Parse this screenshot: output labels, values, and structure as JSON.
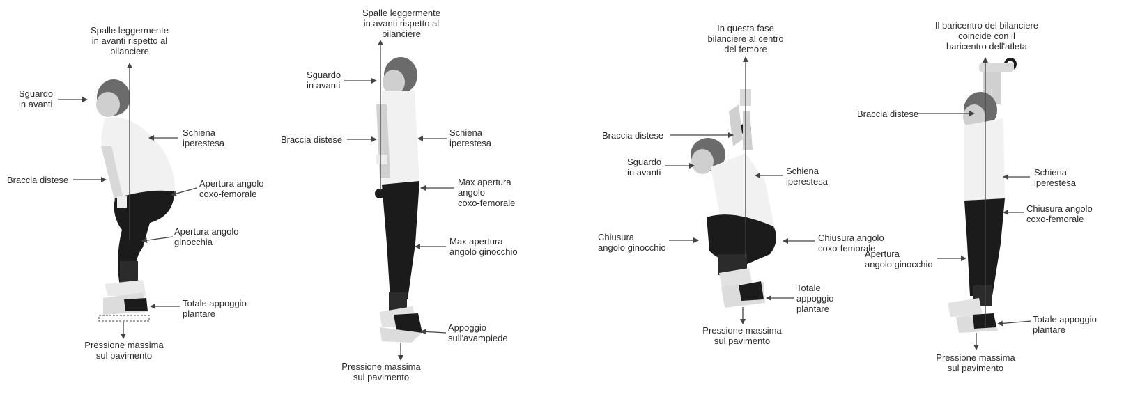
{
  "colors": {
    "ink": "#2a2a2a",
    "arrow": "#444444",
    "figure_dark": "#1b1b1b",
    "figure_mid": "#5a5a5a",
    "shirt": "#f1f1f1"
  },
  "panels": [
    {
      "labels": {
        "top": [
          "Spalle leggermente",
          "in avanti rispetto al",
          "bilanciere"
        ],
        "gaze": [
          "Sguardo",
          "in avanti"
        ],
        "back": [
          "Schiena",
          "iperestesa"
        ],
        "arms": [
          "Braccia distese"
        ],
        "hip": [
          "Apertura angolo",
          "coxo-femorale"
        ],
        "knee": [
          "Apertura angolo",
          "ginocchia"
        ],
        "foot": [
          "Totale appoggio",
          "plantare"
        ],
        "pressure": [
          "Pressione massima",
          "sul pavimento"
        ]
      }
    },
    {
      "labels": {
        "top": [
          "Spalle leggermente",
          "in avanti rispetto al",
          "bilanciere"
        ],
        "gaze": [
          "Sguardo",
          "in avanti"
        ],
        "arms": [
          "Braccia distese"
        ],
        "back": [
          "Schiena",
          "iperestesa"
        ],
        "hip": [
          "Max apertura",
          "angolo",
          "coxo-femorale"
        ],
        "knee": [
          "Max apertura",
          "angolo ginocchio"
        ],
        "foot": [
          "Appoggio",
          "sull'avampiede"
        ],
        "pressure": [
          "Pressione massima",
          "sul pavimento"
        ]
      }
    },
    {
      "labels": {
        "top": [
          "In questa fase",
          "bilanciere al centro",
          "del femore"
        ],
        "arms": [
          "Braccia distese"
        ],
        "gaze": [
          "Sguardo",
          "in avanti"
        ],
        "back": [
          "Schiena",
          "iperestesa"
        ],
        "knee": [
          "Chiusura",
          "angolo ginocchio"
        ],
        "hip": [
          "Chiusura angolo",
          "coxo-femorale"
        ],
        "foot": [
          "Totale",
          "appoggio",
          "plantare"
        ],
        "pressure": [
          "Pressione massima",
          "sul pavimento"
        ]
      }
    },
    {
      "labels": {
        "top": [
          "Il baricentro del bilanciere",
          "coincide con il",
          "baricentro dell'atleta"
        ],
        "arms": [
          "Braccia distese"
        ],
        "back": [
          "Schiena",
          "iperestesa"
        ],
        "hip": [
          "Chiusura angolo",
          "coxo-femorale"
        ],
        "knee": [
          "Apertura",
          "angolo ginocchio"
        ],
        "foot": [
          "Totale appoggio",
          "plantare"
        ],
        "pressure": [
          "Pressione massima",
          "sul pavimento"
        ]
      }
    }
  ]
}
